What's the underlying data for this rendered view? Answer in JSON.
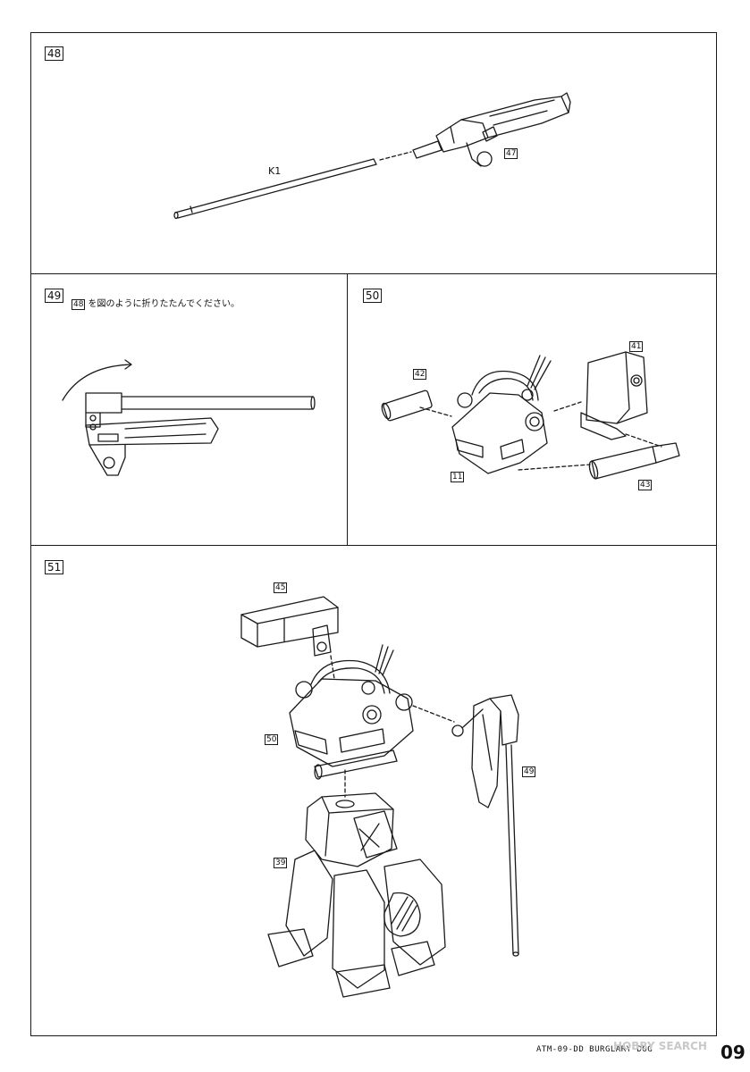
{
  "steps": {
    "s48": {
      "number": "48",
      "parts": {
        "rod": "K1",
        "rifle": "47"
      }
    },
    "s49": {
      "number": "49",
      "note_ref": "48",
      "note_text": "を図のように折りたたんでください。"
    },
    "s50": {
      "number": "50",
      "parts": {
        "p42": "42",
        "p41": "41",
        "p11": "11",
        "p43": "43"
      }
    },
    "s51": {
      "number": "51",
      "parts": {
        "p45": "45",
        "p50": "50",
        "p49": "49",
        "p39": "39"
      }
    }
  },
  "footer": {
    "title": "ATM-09-DD BURGLARY DOG",
    "watermark": "HOBBY SEARCH",
    "page_number": "09"
  }
}
